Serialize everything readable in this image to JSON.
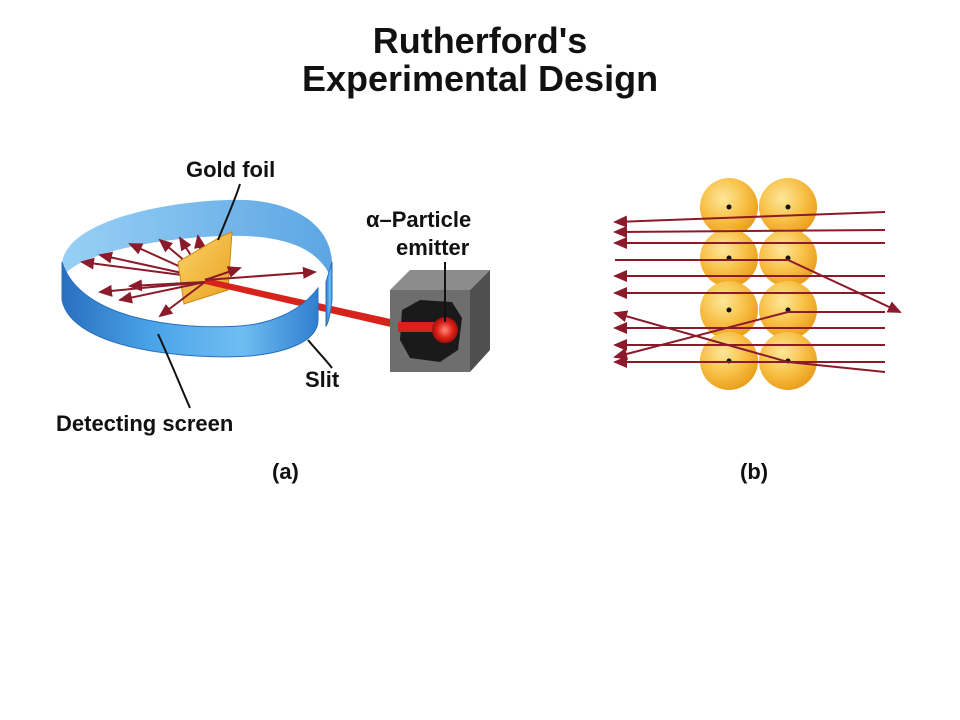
{
  "title": {
    "line1": "Rutherford's",
    "line2": "Experimental Design"
  },
  "panel_a": {
    "caption": "(a)",
    "labels": {
      "gold_foil": "Gold foil",
      "emitter_line1": "α–Particle",
      "emitter_line2": "emitter",
      "slit": "Slit",
      "detecting_screen": "Detecting screen"
    }
  },
  "panel_b": {
    "caption": "(b)"
  },
  "colors": {
    "ring_blue": "#3b8fd6",
    "ray_red": "#8b1a2a",
    "beam_red": "#d8231d",
    "foil_gold": "#f2b233",
    "atom_orange": "#f6b028",
    "box_grey": "#6e6e6e"
  }
}
